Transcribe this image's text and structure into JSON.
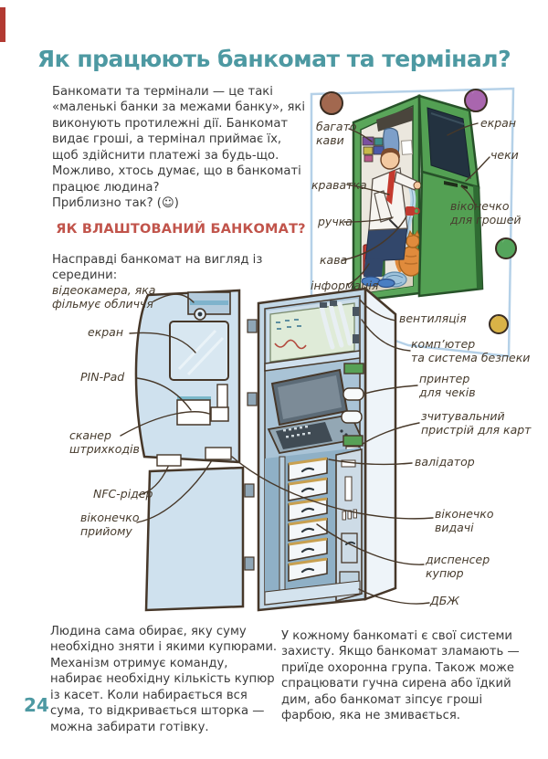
{
  "page": {
    "title": "Як працюють банкомат та термінал?",
    "page_number": "24",
    "accent_teal": "#4D99A2",
    "accent_red": "#C1544B",
    "label_ink": "#473C2E"
  },
  "intro": {
    "paragraph1": "Банкомати та термінали — це такі «маленькі банки за межами банку», які виконують протилежні дії. Банкомат видає гроші, а термінал приймає їх, щоб здійснити платежі за будь-що.",
    "paragraph2": "Можливо, хтось думає, що в банкоматі працює людина?",
    "paragraph3": "Приблизно так? (☺)"
  },
  "section": {
    "heading": "ЯК ВЛАШТОВАНИЙ БАНКОМАТ?",
    "lead": "Насправді банкомат на вигляд із середини:"
  },
  "cartoon": {
    "labels": [
      {
        "text": "багато\nкави"
      },
      {
        "text": "краватка"
      },
      {
        "text": "ручка"
      },
      {
        "text": "кава"
      },
      {
        "text": "інформація"
      },
      {
        "text": "екран"
      },
      {
        "text": "чеки"
      },
      {
        "text": "віконечко\nдля грошей"
      }
    ]
  },
  "diagram": {
    "labels_left": [
      {
        "text": "відеокамера, яка\nфільмує обличчя"
      },
      {
        "text": "екран"
      },
      {
        "text": "PIN-Pad"
      },
      {
        "text": "сканер\nштрихкодів"
      },
      {
        "text": "NFC-рідер"
      },
      {
        "text": "віконечко\nприйому"
      }
    ],
    "labels_right": [
      {
        "text": "вентиляція"
      },
      {
        "text": "комп’ютер\nта система безпеки"
      },
      {
        "text": "принтер\nдля чеків"
      },
      {
        "text": "зчитувальний\nпристрій для карт"
      },
      {
        "text": "валідатор"
      },
      {
        "text": "віконечко\nвидачі"
      },
      {
        "text": "диспенсер\nкупюр"
      },
      {
        "text": "ДБЖ"
      }
    ]
  },
  "outro": {
    "left": "Людина сама обирає, яку суму необхідно зняти і якими купюрами. Механізм отримує команду, набирає необхідну кількість купюр із касет. Коли набирається вся сума, то відкривається шторка — можна забирати готівку.",
    "right": "У кожному банкоматі є свої системи захисту. Якщо банкомат зламають — приїде охоронна група. Також може спрацювати гучна сирена або їдкий дим, або банкомат зіпсує гроші фарбою, яка не змивається."
  }
}
